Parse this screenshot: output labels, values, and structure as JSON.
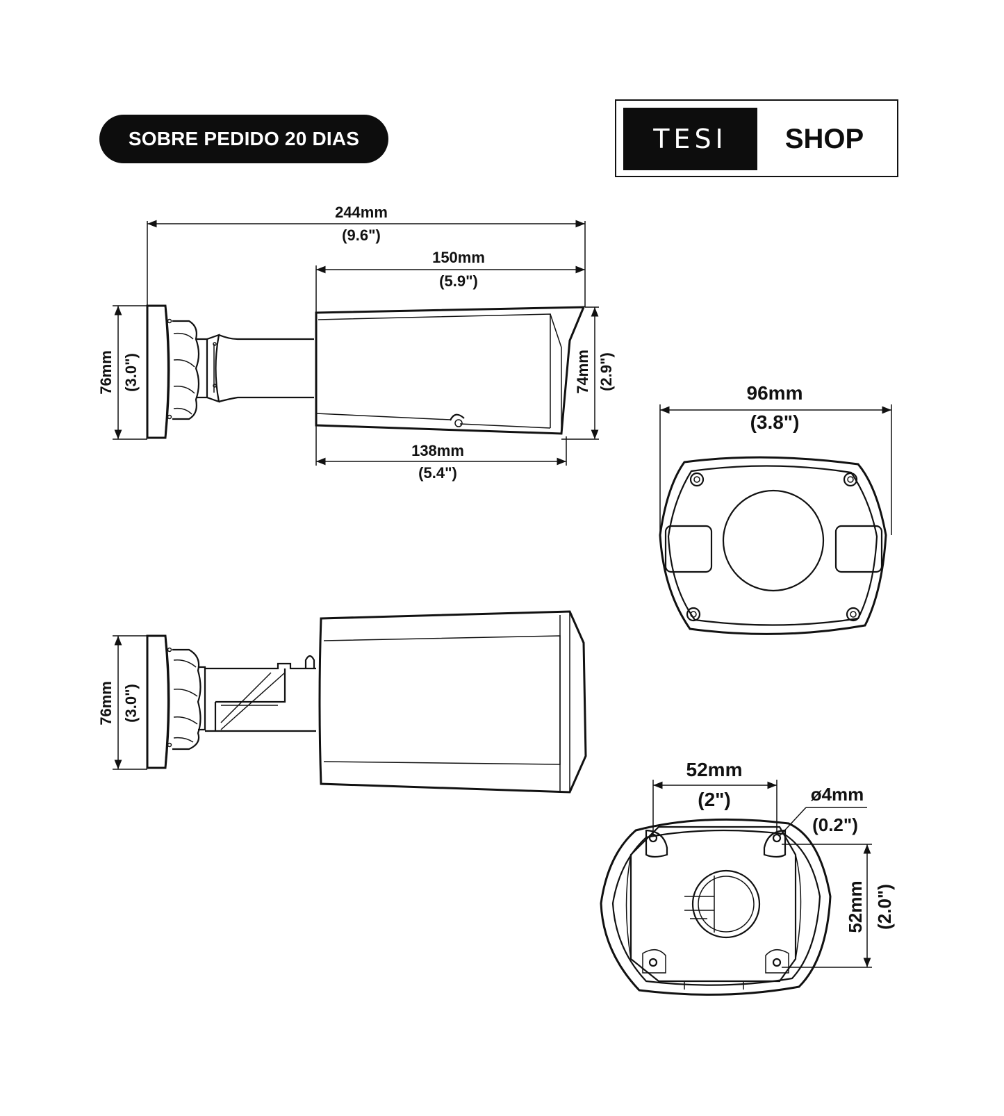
{
  "badge": {
    "text": "SOBRE PEDIDO 20 DIAS"
  },
  "logo": {
    "dark_text": "TESI",
    "light_text": "SHOP"
  },
  "dimensions": {
    "total_length": {
      "mm": "244mm",
      "inch": "(9.6\")"
    },
    "body_length": {
      "mm": "150mm",
      "inch": "(5.9\")"
    },
    "body_height": {
      "mm": "74mm",
      "inch": "(2.9\")"
    },
    "bottom_length": {
      "mm": "138mm",
      "inch": "(5.4\")"
    },
    "mount_height_top": {
      "mm": "76mm",
      "inch": "(3.0\")"
    },
    "mount_height_bottom": {
      "mm": "76mm",
      "inch": "(3.0\")"
    },
    "front_width": {
      "mm": "96mm",
      "inch": "(3.8\")"
    },
    "base_width": {
      "mm": "52mm",
      "inch": "(2\")"
    },
    "base_hole": {
      "mm": "ø4mm",
      "inch": "(0.2\")"
    },
    "base_height": {
      "mm": "52mm",
      "inch": "(2.0\")"
    }
  }
}
